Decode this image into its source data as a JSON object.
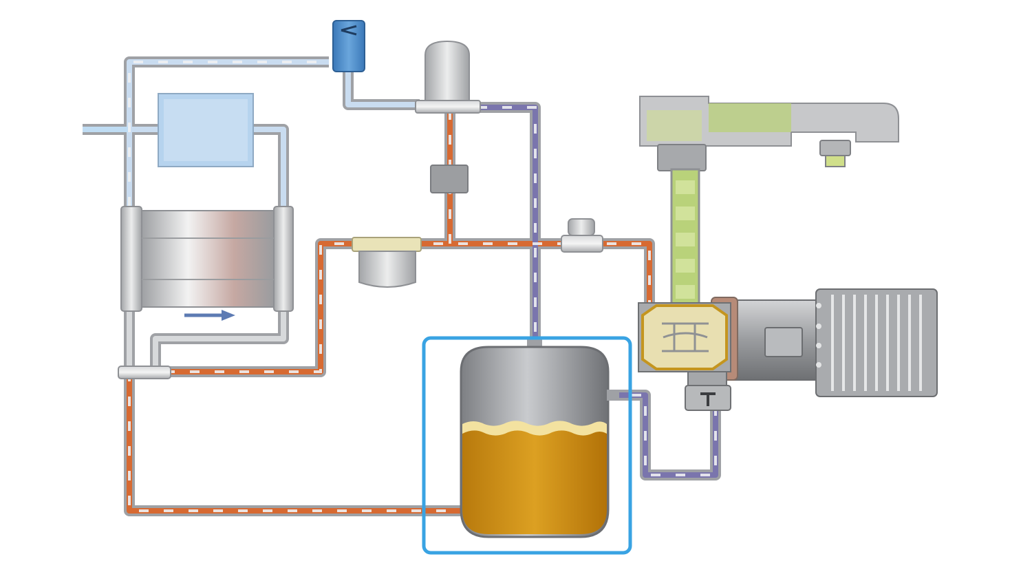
{
  "diagram": {
    "highlighted_component": "separator-tank",
    "colors": {
      "background": "#ffffff",
      "pipe_frame": "#b9bbbe",
      "pipe_outline": "#8e9094",
      "oil_flow": "#d76a32",
      "air_flow": "#c9dcf0",
      "oil_air_flow": "#7a75ad",
      "intake_flow": "#b9d27a",
      "tank_oil": "#d99a1a",
      "tank_foam": "#f3e2a0",
      "highlight": "#39a3e3",
      "cooler_block": "#b6d3ee",
      "separator_blue": "#4c8cc8",
      "arrow": "#5d7bb3"
    },
    "components": [
      {
        "id": "air-aftercooler",
        "icon": "cooler-block"
      },
      {
        "id": "oil-cooler",
        "icon": "heat-exchanger"
      },
      {
        "id": "minimum-pressure-valve",
        "icon": "valve-box"
      },
      {
        "id": "oil-separator-element",
        "icon": "cylinder-cap"
      },
      {
        "id": "thermostatic-valve",
        "icon": "valve-body"
      },
      {
        "id": "oil-filter",
        "icon": "filter-canister"
      },
      {
        "id": "check-valve",
        "icon": "valve-knob"
      },
      {
        "id": "separator-tank",
        "icon": "oil-tank"
      },
      {
        "id": "air-end",
        "icon": "screw-compressor"
      },
      {
        "id": "electric-motor",
        "icon": "motor"
      },
      {
        "id": "intake-valve",
        "icon": "intake-manifold"
      },
      {
        "id": "scavenge-valve",
        "icon": "small-valve"
      }
    ]
  }
}
